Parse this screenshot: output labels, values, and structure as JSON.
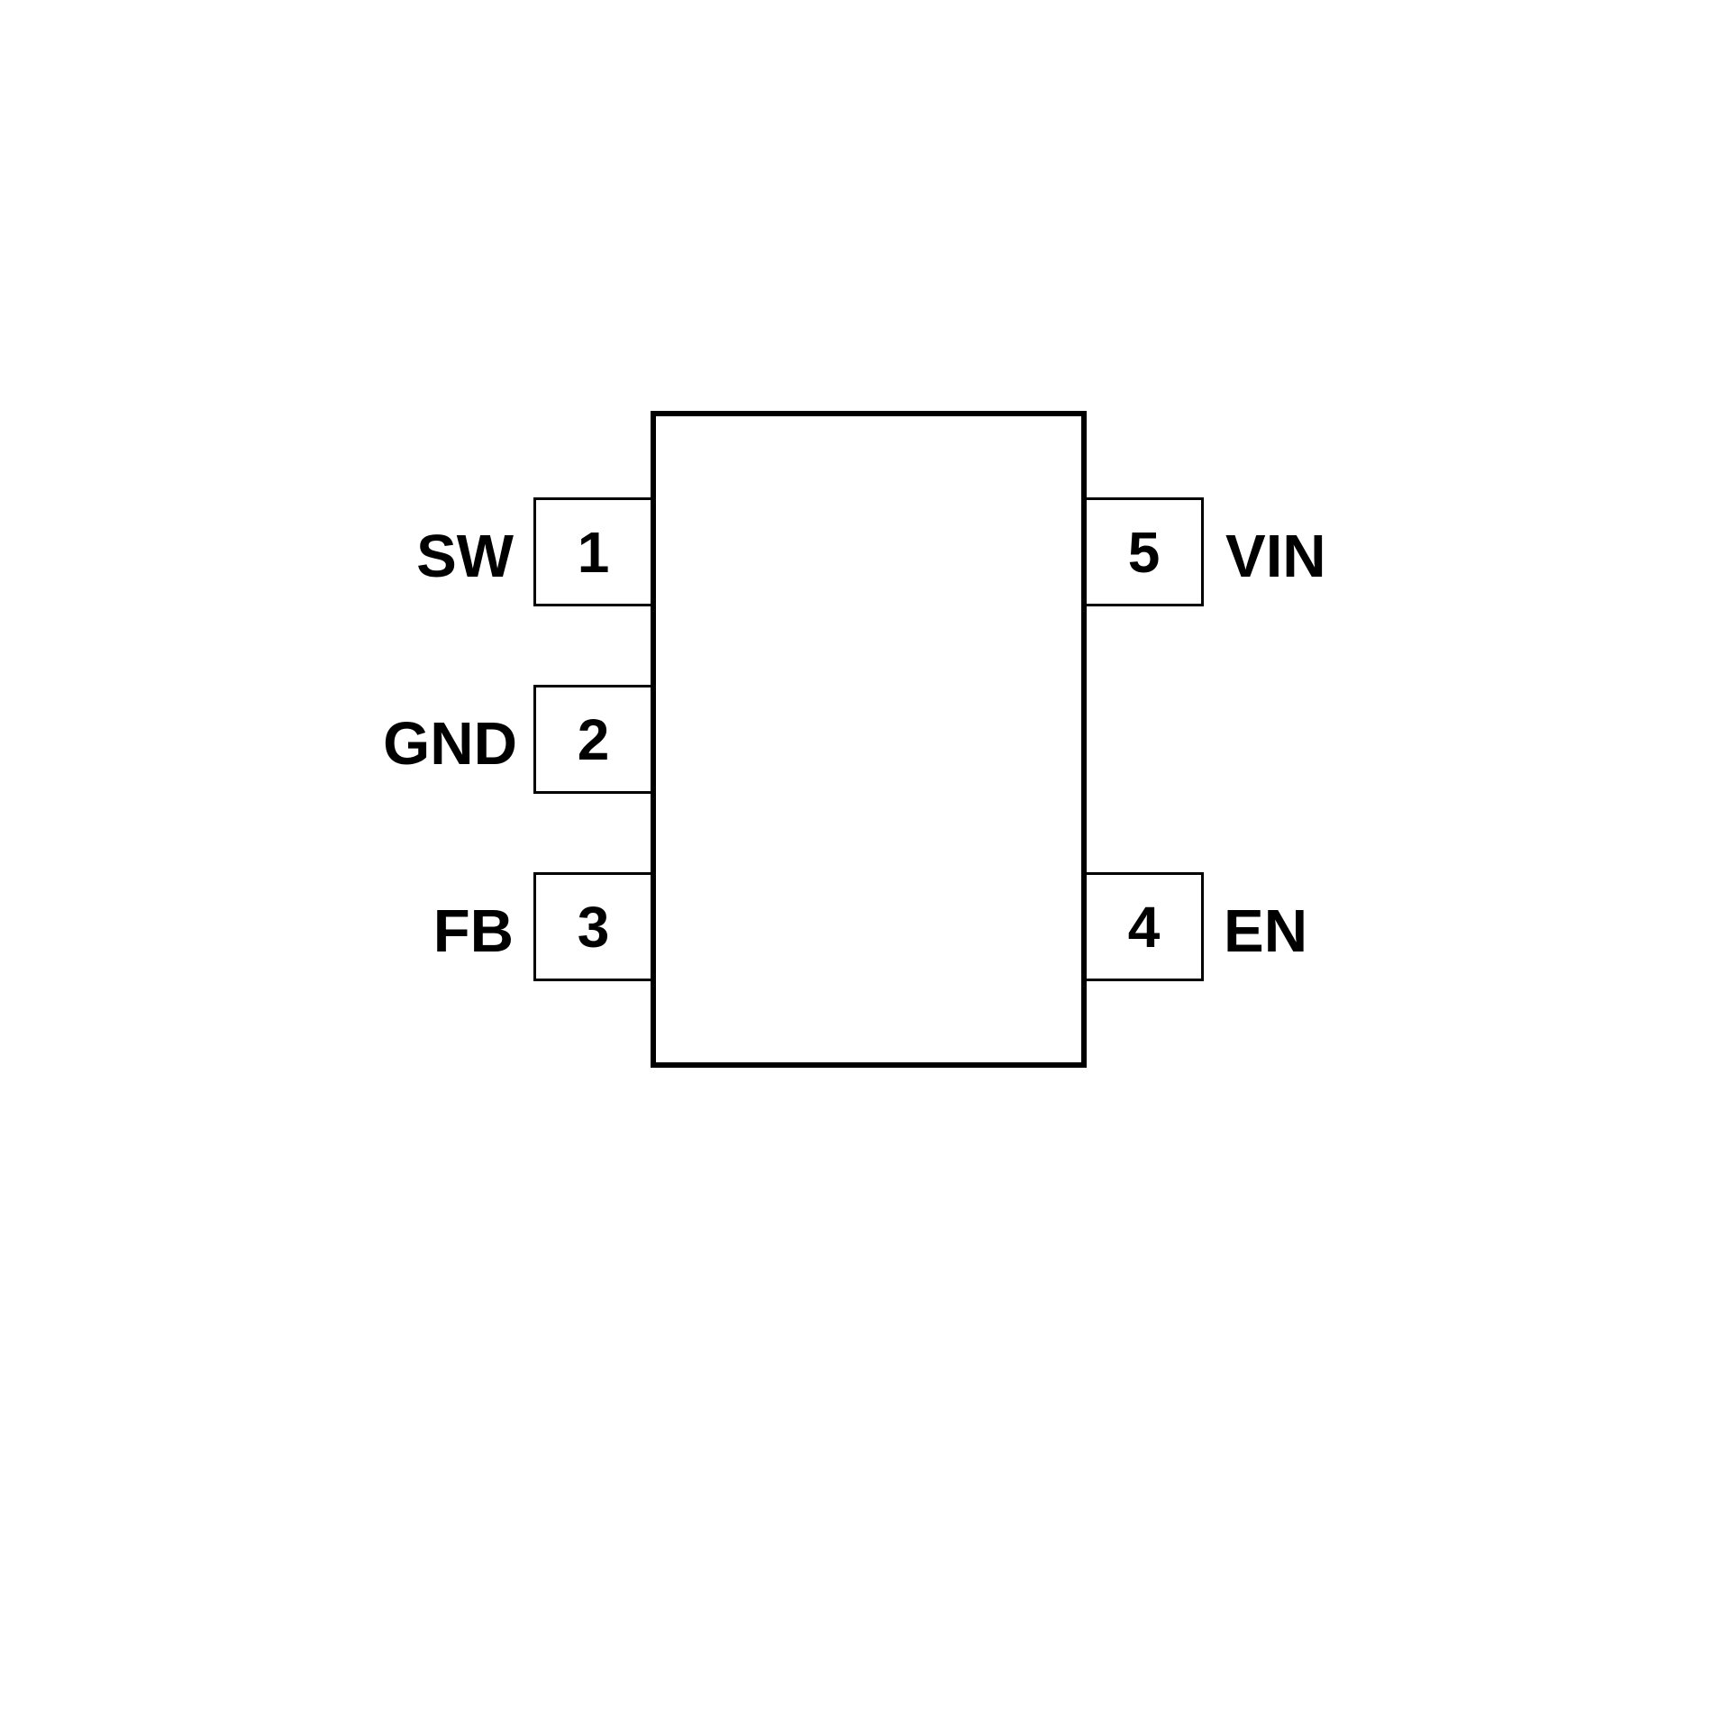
{
  "package": {
    "pins": [
      {
        "number": "1",
        "name": "SW"
      },
      {
        "number": "2",
        "name": "GND"
      },
      {
        "number": "3",
        "name": "FB"
      },
      {
        "number": "4",
        "name": "EN"
      },
      {
        "number": "5",
        "name": "VIN"
      }
    ]
  },
  "colors": {
    "line": "#000000",
    "background": "#ffffff"
  }
}
